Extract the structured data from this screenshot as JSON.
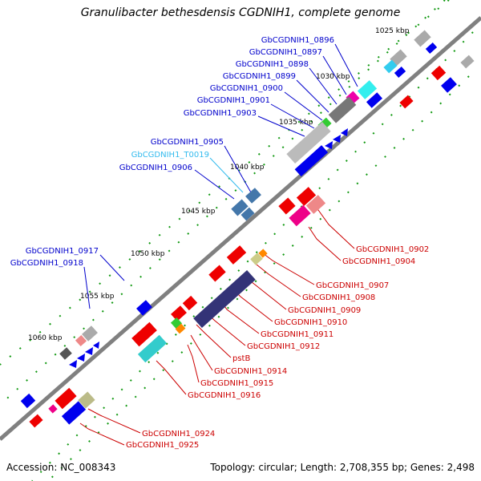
{
  "title": "Granulibacter bethesdensis CGDNIH1, complete genome",
  "accession": "Accession: NC_008343",
  "summary": "Topology: circular; Length: 2,708,355 bp; Genes: 2,498",
  "colors": {
    "forward_gene": "#0000ee",
    "reverse_gene": "#ee0000",
    "rna": "#00ccee",
    "pseudo": "#999999",
    "forward_label": "#0000cc",
    "reverse_label": "#cc0000",
    "rna_label": "#33bbee"
  },
  "ticks": [
    "1025 kbp",
    "1030 kbp",
    "1035 kbp",
    "1040 kbp",
    "1045 kbp",
    "1050 kbp",
    "1055 kbp",
    "1060 kbp"
  ],
  "upper_labels": [
    "GbCGDNIH1_0896",
    "GbCGDNIH1_0897",
    "GbCGDNIH1_0898",
    "GbCGDNIH1_0899",
    "GbCGDNIH1_0900",
    "GbCGDNIH1_0901",
    "GbCGDNIH1_0903",
    "GbCGDNIH1_0905",
    "GbCGDNIH1_T0019",
    "GbCGDNIH1_0906",
    "GbCGDNIH1_0917",
    "GbCGDNIH1_0918"
  ],
  "lower_labels": [
    "GbCGDNIH1_0902",
    "GbCGDNIH1_0904",
    "GbCGDNIH1_0907",
    "GbCGDNIH1_0908",
    "GbCGDNIH1_0909",
    "GbCGDNIH1_0910",
    "GbCGDNIH1_0911",
    "GbCGDNIH1_0912",
    "pstB",
    "GbCGDNIH1_0914",
    "GbCGDNIH1_0915",
    "GbCGDNIH1_0916",
    "GbCGDNIH1_0924",
    "GbCGDNIH1_0925"
  ]
}
